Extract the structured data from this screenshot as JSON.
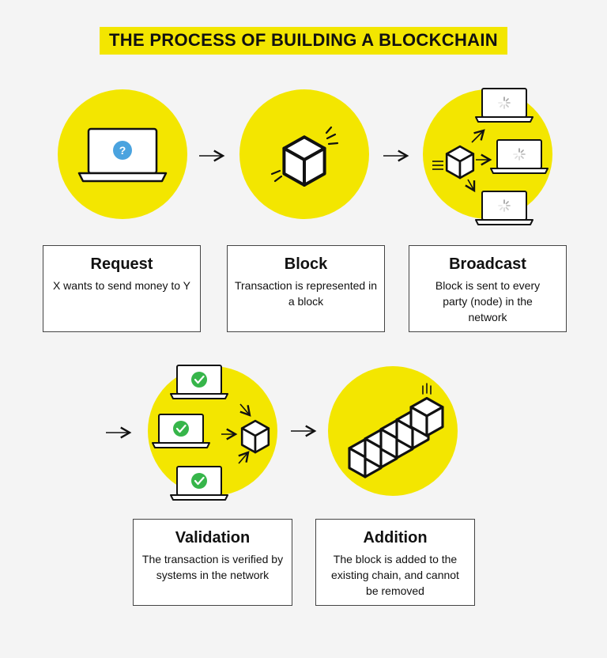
{
  "title": "THE PROCESS OF BUILDING A BLOCKCHAIN",
  "colors": {
    "accent": "#f3e600",
    "check": "#36b54a",
    "question": "#4aa3df",
    "background": "#f4f4f4"
  },
  "icons": {
    "question": "?",
    "request": "laptop-question-icon",
    "block": "cube-icon",
    "broadcast": "broadcast-network-icon",
    "validation": "validation-network-icon",
    "addition": "block-chain-icon"
  },
  "steps": [
    {
      "title": "Request",
      "description": "X wants to send money to Y"
    },
    {
      "title": "Block",
      "description": "Transaction is represented in a block"
    },
    {
      "title": "Broadcast",
      "description": "Block is sent to every party (node) in the network"
    },
    {
      "title": "Validation",
      "description": "The transaction is verified by systems in the network"
    },
    {
      "title": "Addition",
      "description": "The block is added to the existing chain, and cannot be removed"
    }
  ]
}
